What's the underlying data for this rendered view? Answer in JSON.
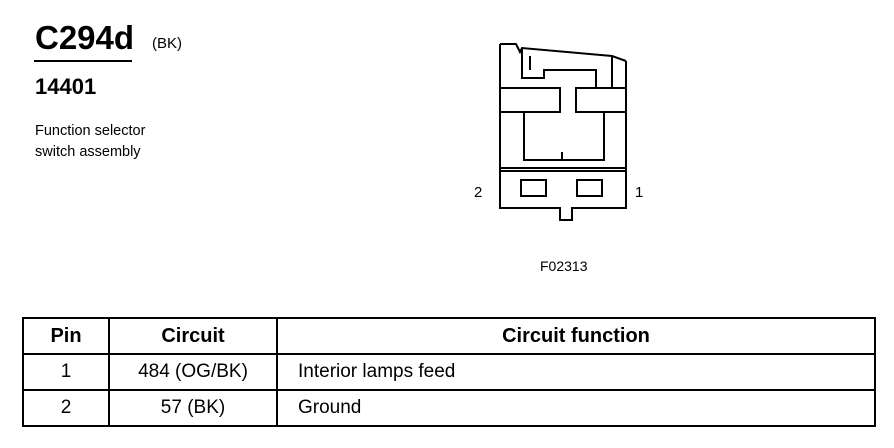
{
  "header": {
    "connector_id": "C294d",
    "color_code": "(BK)",
    "part_number": "14401",
    "description_lines": [
      "Function selector",
      "switch assembly"
    ]
  },
  "diagram": {
    "pin_label_left": "2",
    "pin_label_right": "1",
    "figure_id": "F02313"
  },
  "table": {
    "headers": [
      "Pin",
      "Circuit",
      "Circuit function"
    ],
    "rows": [
      [
        "1",
        "484 (OG/BK)",
        "Interior lamps feed"
      ],
      [
        "2",
        "57 (BK)",
        "Ground"
      ]
    ]
  }
}
